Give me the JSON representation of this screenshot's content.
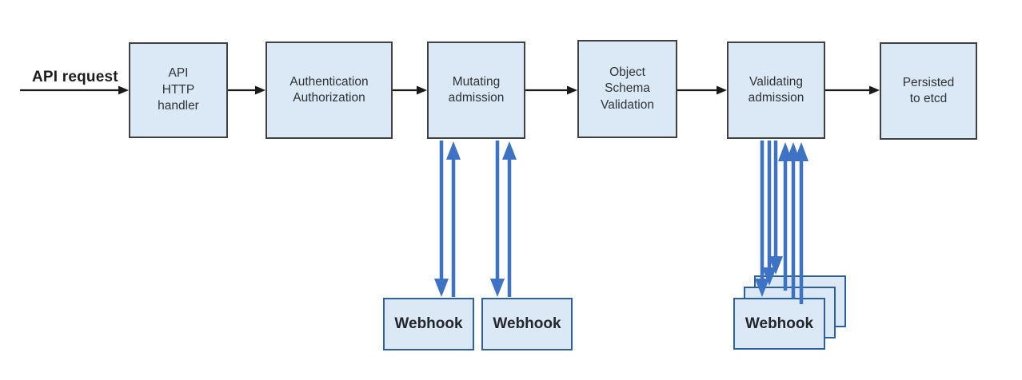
{
  "colors": {
    "bg": "#ffffff",
    "box_fill": "#dbe8f5",
    "box_border": "#404040",
    "webhook_border": "#2e5f9e",
    "arrow_black": "#1a1a1a",
    "arrow_blue": "#3e72c4",
    "text_color": "#2e3338"
  },
  "flow": {
    "api_request_label": "API request"
  },
  "pipeline": [
    {
      "id": "api-http-handler",
      "label": "API\nHTTP\nhandler"
    },
    {
      "id": "authentication-authorization",
      "label": "Authentication\nAuthorization"
    },
    {
      "id": "mutating-admission",
      "label": "Mutating\nadmission"
    },
    {
      "id": "object-schema-validation",
      "label": "Object\nSchema\nValidation"
    },
    {
      "id": "validating-admission",
      "label": "Validating\nadmission"
    },
    {
      "id": "persisted-to-etcd",
      "label": "Persisted\nto etcd"
    }
  ],
  "webhooks": {
    "mutating_labels": [
      "Webhook",
      "Webhook"
    ],
    "validating_label": "Webhook",
    "validating_stack_count": 3
  },
  "edges": [
    {
      "from": "api-request",
      "to": "api-http-handler",
      "style": "black-arrow"
    },
    {
      "from": "api-http-handler",
      "to": "authentication-authorization",
      "style": "black-arrow"
    },
    {
      "from": "authentication-authorization",
      "to": "mutating-admission",
      "style": "black-arrow"
    },
    {
      "from": "mutating-admission",
      "to": "object-schema-validation",
      "style": "black-arrow"
    },
    {
      "from": "object-schema-validation",
      "to": "validating-admission",
      "style": "black-arrow"
    },
    {
      "from": "validating-admission",
      "to": "persisted-to-etcd",
      "style": "black-arrow"
    },
    {
      "from": "mutating-admission",
      "to": "webhook-1",
      "style": "blue-arrow-pair",
      "bidirectional": true
    },
    {
      "from": "mutating-admission",
      "to": "webhook-2",
      "style": "blue-arrow-pair",
      "bidirectional": true
    },
    {
      "from": "validating-admission",
      "to": "webhook-stack",
      "style": "blue-arrow-triple",
      "bidirectional": true
    }
  ]
}
